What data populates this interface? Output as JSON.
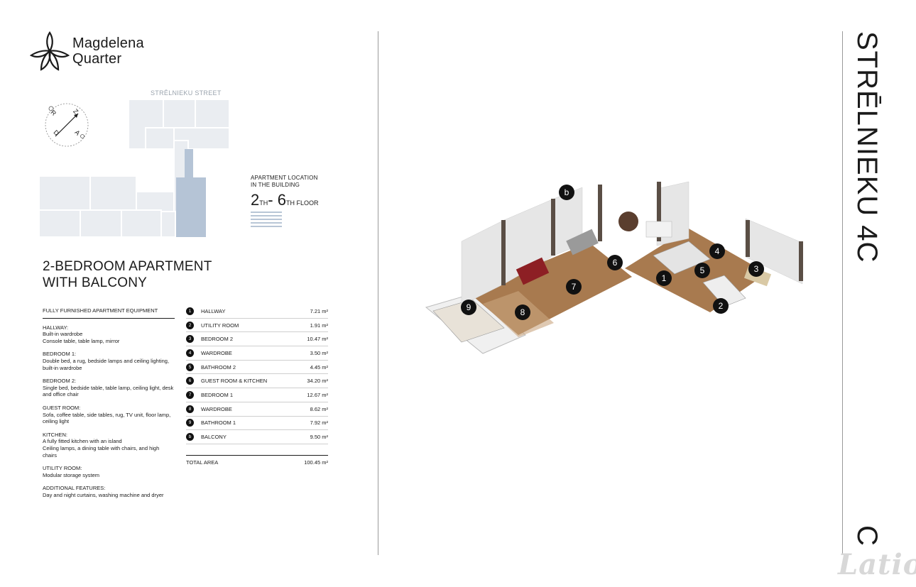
{
  "brand": {
    "line1": "Magdelena",
    "line2": "Quarter"
  },
  "compass": {
    "n": "Z",
    "e": "A",
    "s": "D",
    "w": "R"
  },
  "site_plan": {
    "street_label": "STRĒLNIEKU STREET"
  },
  "location": {
    "label_line1": "APARTMENT LOCATION",
    "label_line2": "IN THE BUILDING",
    "from_num": "2",
    "from_suffix": "TH",
    "dash": "- ",
    "to_num": "6",
    "to_suffix": "TH FLOOR"
  },
  "apartment": {
    "title_line1": "2-BEDROOM APARTMENT",
    "title_line2": "WITH BALCONY"
  },
  "equipment": {
    "heading": "FULLY FURNISHED APARTMENT EQUIPMENT",
    "blocks": [
      {
        "title": "HALLWAY:",
        "lines": [
          "Built-in wardrobe",
          "Console table, table lamp, mirror"
        ]
      },
      {
        "title": "BEDROOM 1:",
        "lines": [
          "Double bed, a rug, bedside lamps and ceiling lighting,",
          "built-in wardrobe"
        ]
      },
      {
        "title": "BEDROOM 2:",
        "lines": [
          "Single bed, bedside table, table lamp, ceiling light, desk",
          "and office chair"
        ]
      },
      {
        "title": "GUEST ROOM:",
        "lines": [
          "Sofa, coffee table, side tables, rug, TV unit, floor lamp,",
          "ceiling light"
        ]
      },
      {
        "title": "KITCHEN:",
        "lines": [
          "A fully fitted kitchen with an island",
          "Ceiling lamps, a dining table with chairs, and high chairs"
        ]
      },
      {
        "title": "UTILITY ROOM:",
        "lines": [
          "Modular storage system"
        ]
      },
      {
        "title": "ADDITIONAL FEATURES:",
        "lines": [
          "Day and night curtains, washing machine and dryer"
        ]
      }
    ]
  },
  "rooms": [
    {
      "id": "1",
      "name": "HALLWAY",
      "area": "7.21 m²"
    },
    {
      "id": "2",
      "name": "UTILITY ROOM",
      "area": "1.91 m²"
    },
    {
      "id": "3",
      "name": "BEDROOM 2",
      "area": "10.47 m²"
    },
    {
      "id": "4",
      "name": "WARDROBE",
      "area": "3.50 m²"
    },
    {
      "id": "5",
      "name": "BATHROOM 2",
      "area": "4.45 m²"
    },
    {
      "id": "6",
      "name": "GUEST ROOM & KITCHEN",
      "area": "34.20 m²"
    },
    {
      "id": "7",
      "name": "BEDROOM 1",
      "area": "12.67 m²"
    },
    {
      "id": "8",
      "name": "WARDROBE",
      "area": "8.62 m²"
    },
    {
      "id": "9",
      "name": "BATHROOM 1",
      "area": "7.92 m²"
    },
    {
      "id": "b",
      "name": "BALCONY",
      "area": "9.50 m²"
    }
  ],
  "total": {
    "label": "TOTAL AREA",
    "area": "100.45 m²"
  },
  "side_title": "STRĒLNIEKU 4C",
  "side_letter": "C",
  "watermark": "Latio",
  "colors": {
    "floor_wood": "#a87a4f",
    "wall": "#e6e6e6",
    "site_highlight": "#b5c4d6",
    "site_block": "#eaedf1"
  }
}
